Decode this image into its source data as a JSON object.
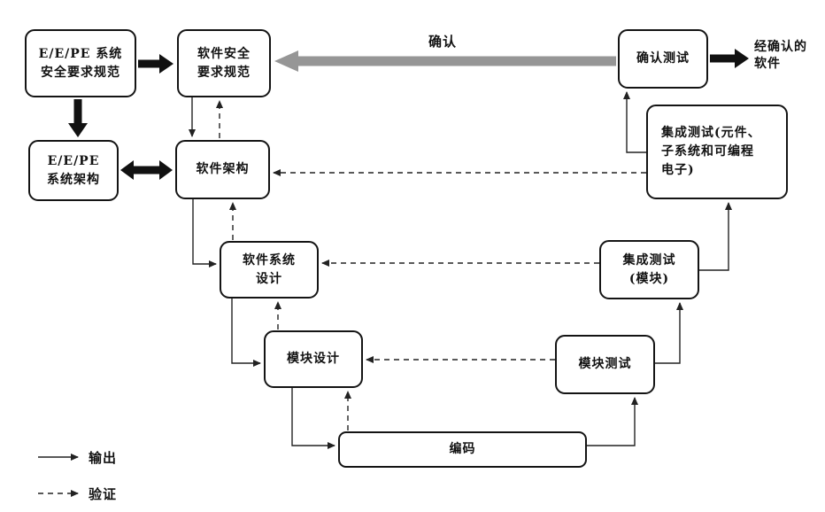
{
  "diagram": {
    "nodes": {
      "eepe_srs": "E/E/PE 系统\n安全要求规范",
      "sw_srs": "软件安全\n要求规范",
      "eepe_arch": "E/E/PE\n系统架构",
      "sw_arch": "软件架构",
      "sw_sys_design": "软件系统\n设计",
      "module_design": "模块设计",
      "coding": "编码",
      "module_test": "模块测试",
      "integration_test_module": "集成测试\n(模块)",
      "integration_test_pe": "集成测试(元件、\n子系统和可编程\n电子)",
      "validation_test": "确认测试",
      "validated_software": "经确认的\n软件"
    },
    "labels": {
      "validation_arrow": "确认"
    },
    "legend": {
      "output": "输出",
      "verification": "验证"
    },
    "colors": {
      "background": "#ffffff",
      "box_border": "#141414",
      "line": "#222222",
      "black_block_arrow": "#111111",
      "gray_arrow": "#969696"
    }
  }
}
